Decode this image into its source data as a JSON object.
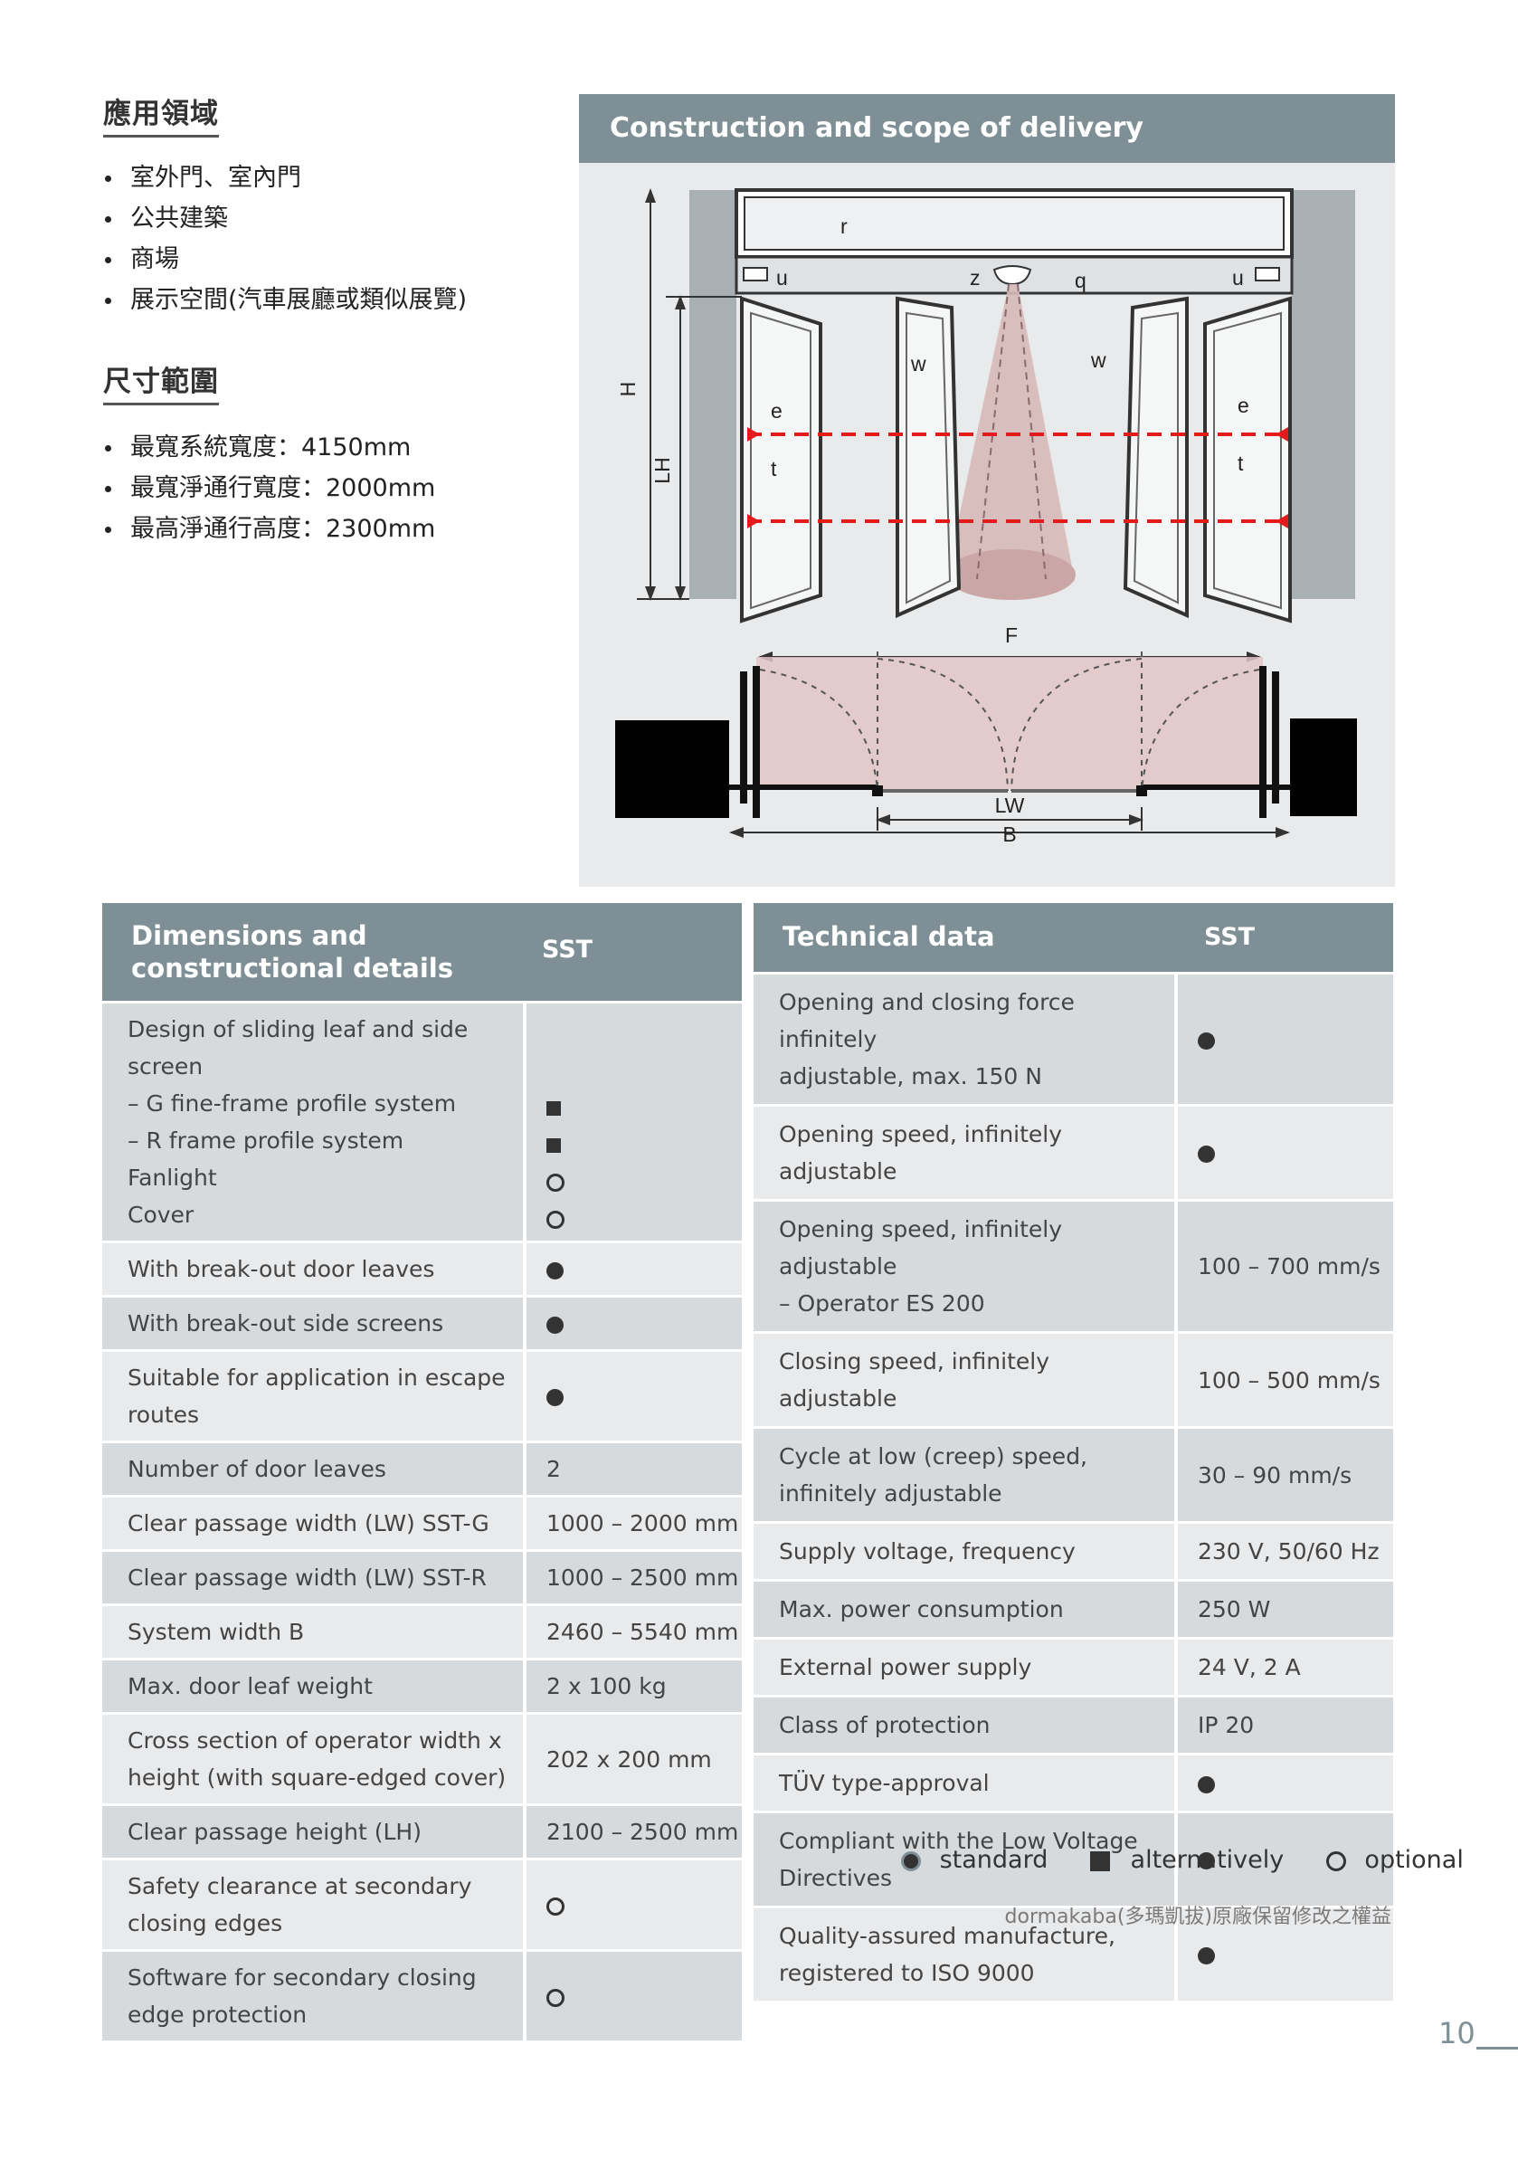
{
  "applications": {
    "heading": "應用領域",
    "items": [
      "室外門、室內門",
      "公共建築",
      "商場",
      "展示空間(汽車展廳或類似展覽)"
    ]
  },
  "dimensions_range": {
    "heading": "尺寸範圍",
    "items": [
      "最寬系統寬度：4150mm",
      "最寬淨通行寬度：2000mm",
      "最高淨通行高度：2300mm"
    ]
  },
  "construction": {
    "title": "Construction and scope of delivery",
    "labels": {
      "r": "r",
      "u": "u",
      "z": "z",
      "q": "q",
      "w": "w",
      "e": "e",
      "t": "t",
      "H": "H",
      "LH": "LH",
      "F": "F",
      "LW": "LW",
      "B": "B"
    }
  },
  "dimensions_table": {
    "title_line1": "Dimensions and",
    "title_line2": "constructional details",
    "col": "SST",
    "rows": [
      {
        "label_lines": [
          "Design of sliding leaf and side",
          "screen",
          "– G fine-frame profile system",
          "– R frame profile system",
          "Fanlight",
          "Cover"
        ],
        "symbols": [
          "",
          "",
          "square",
          "square",
          "ring",
          "ring"
        ],
        "shade": "d"
      },
      {
        "label_lines": [
          "With break-out door leaves"
        ],
        "value": "",
        "symbol": "dot",
        "shade": "l"
      },
      {
        "label_lines": [
          "With break-out side screens"
        ],
        "value": "",
        "symbol": "dot",
        "shade": "d"
      },
      {
        "label_lines": [
          "Suitable for application in escape",
          "routes"
        ],
        "value": "",
        "symbol": "dot",
        "shade": "l"
      },
      {
        "label_lines": [
          "Number of door leaves"
        ],
        "value": "2",
        "symbol": "",
        "shade": "d"
      },
      {
        "label_lines": [
          "Clear passage width (LW) SST-G"
        ],
        "value": "1000 – 2000 mm",
        "symbol": "",
        "shade": "l"
      },
      {
        "label_lines": [
          "Clear passage width (LW) SST-R"
        ],
        "value": "1000 – 2500 mm",
        "symbol": "",
        "shade": "d"
      },
      {
        "label_lines": [
          "System width B"
        ],
        "value": "2460 – 5540 mm",
        "symbol": "",
        "shade": "l"
      },
      {
        "label_lines": [
          "Max. door leaf weight"
        ],
        "value": "2 x 100 kg",
        "symbol": "",
        "shade": "d"
      },
      {
        "label_lines": [
          "Cross section of operator width x",
          "height (with square-edged cover)"
        ],
        "value": "202 x 200 mm",
        "symbol": "",
        "shade": "l"
      },
      {
        "label_lines": [
          "Clear passage height (LH)"
        ],
        "value": "2100 – 2500 mm",
        "symbol": "",
        "shade": "d"
      },
      {
        "label_lines": [
          "Safety clearance at secondary",
          "closing edges"
        ],
        "value": "",
        "symbol": "ring",
        "shade": "l"
      },
      {
        "label_lines": [
          "Software for secondary closing",
          "edge protection"
        ],
        "value": "",
        "symbol": "ring",
        "shade": "d"
      }
    ]
  },
  "technical_table": {
    "title": "Technical data",
    "col": "SST",
    "rows": [
      {
        "label_lines": [
          "Opening and closing force infinitely",
          "adjustable, max. 150 N"
        ],
        "value": "",
        "symbol": "dot",
        "shade": "d"
      },
      {
        "label_lines": [
          "Opening speed, infinitely adjustable"
        ],
        "value": "",
        "symbol": "dot",
        "shade": "l"
      },
      {
        "label_lines": [
          "Opening speed, infinitely adjustable",
          "– Operator ES 200"
        ],
        "value": "100 – 700 mm/s",
        "symbol": "",
        "shade": "d"
      },
      {
        "label_lines": [
          "Closing speed, infinitely adjustable"
        ],
        "value": "100 – 500 mm/s",
        "symbol": "",
        "shade": "l"
      },
      {
        "label_lines": [
          "Cycle at low (creep) speed,",
          "infinitely adjustable"
        ],
        "value": "30 – 90 mm/s",
        "symbol": "",
        "shade": "d"
      },
      {
        "label_lines": [
          "Supply voltage, frequency"
        ],
        "value": "230 V, 50/60 Hz",
        "symbol": "",
        "shade": "l"
      },
      {
        "label_lines": [
          "Max. power consumption"
        ],
        "value": "250 W",
        "symbol": "",
        "shade": "d"
      },
      {
        "label_lines": [
          "External power supply"
        ],
        "value": "24 V, 2 A",
        "symbol": "",
        "shade": "l"
      },
      {
        "label_lines": [
          "Class of protection"
        ],
        "value": "IP 20",
        "symbol": "",
        "shade": "d"
      },
      {
        "label_lines": [
          "TÜV type-approval"
        ],
        "value": "",
        "symbol": "dot",
        "shade": "l"
      },
      {
        "label_lines": [
          "Compliant with the Low Voltage",
          "Directives"
        ],
        "value": "",
        "symbol": "dot",
        "shade": "d"
      },
      {
        "label_lines": [
          "Quality-assured manufacture,",
          "registered to ISO 9000"
        ],
        "value": "",
        "symbol": "dot",
        "shade": "l"
      }
    ]
  },
  "legend": {
    "standard": "standard",
    "alternatively": "alternatively",
    "optional": "optional"
  },
  "rights_note": "dormakaba(多瑪凱拔)原廠保留修改之權益",
  "page_number": "10"
}
